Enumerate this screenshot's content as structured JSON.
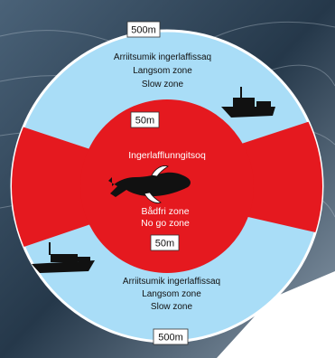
{
  "colors": {
    "sea_dark": "#25384a",
    "sea_mid": "#4a6278",
    "sea_light": "#8a9bab",
    "slow_zone": "#a9ddf7",
    "no_go_zone": "#e5191f",
    "outline": "#ffffff",
    "vessel": "#111111",
    "tag_bg": "#ffffff"
  },
  "icons": {
    "boat": "boat-icon",
    "whale": "whale-icon"
  },
  "diagram": {
    "outer_radius_tag_top": "500m",
    "outer_radius_tag_bottom": "500m",
    "inner_radius_tag_top": "50m",
    "inner_radius_tag_bottom": "50m",
    "slow_zone_top": {
      "line1": "Arriitsumik ingerlaffissaq",
      "line2": "Langsom zone",
      "line3": "Slow zone"
    },
    "slow_zone_bottom": {
      "line1": "Arriitsumik ingerlaffissaq",
      "line2": "Langsom zone",
      "line3": "Slow zone"
    },
    "no_go_zone": {
      "line1": "Ingerlafflunngitsoq",
      "line2": "Bådfri zone",
      "line3": "No go zone"
    }
  }
}
